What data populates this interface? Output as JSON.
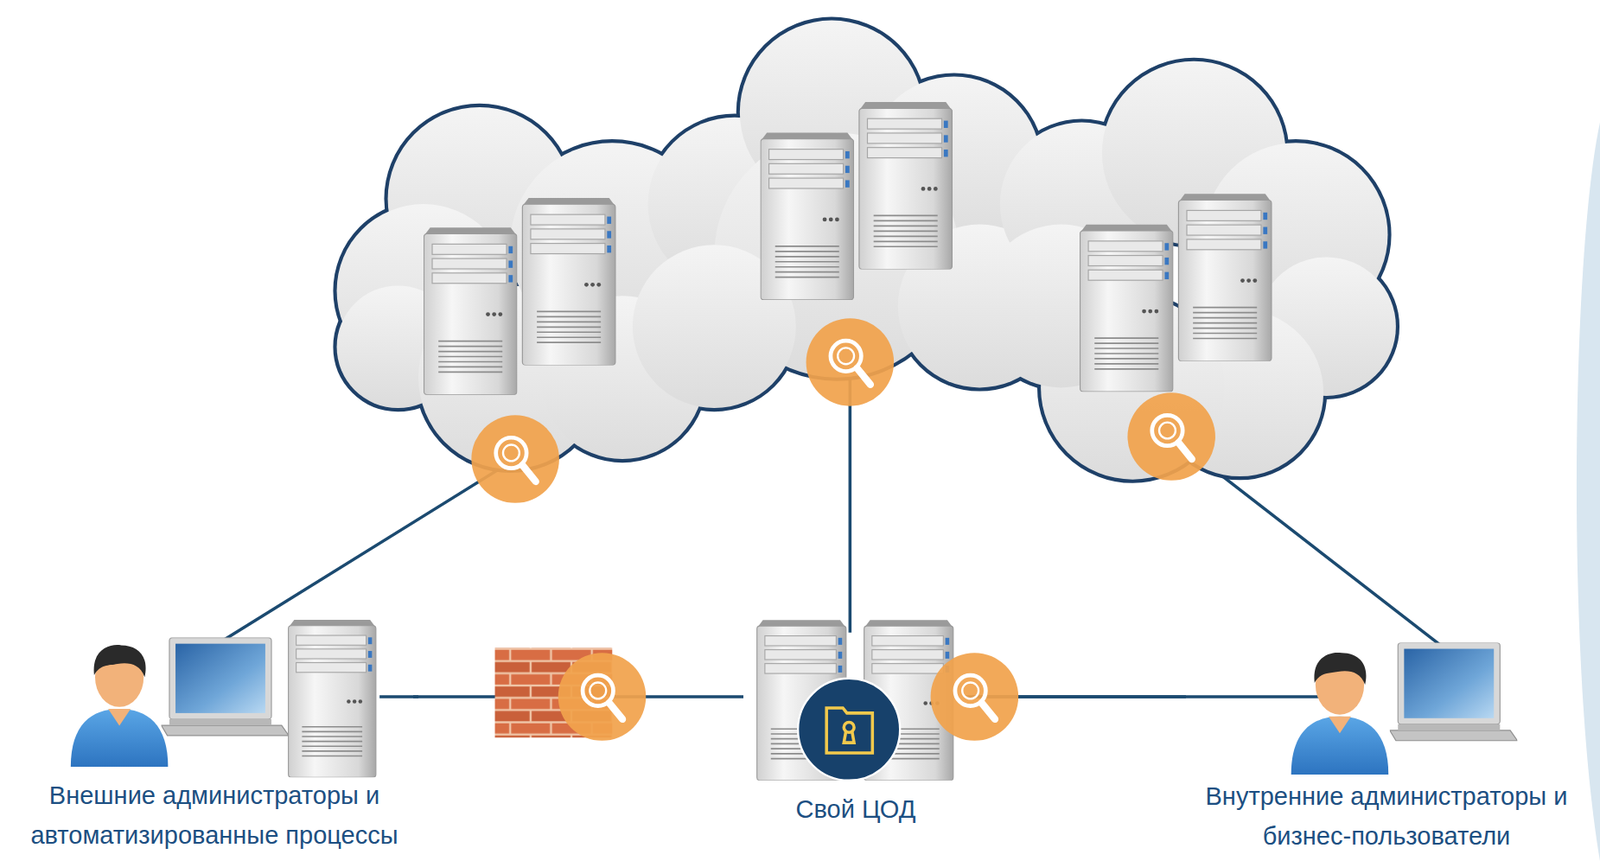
{
  "diagram": {
    "nodes": [
      {
        "text": [
          "Внешние администраторы и автоматизированные процессы"
        ]
      },
      {
        "text": [
          "Свой ЦОД"
        ]
      },
      {
        "text": [
          "Внутренние администраторы и бизнес-пользователи"
        ]
      }
    ],
    "edges": [
      {
        "from": 0,
        "to": 1,
        "arrow": "none"
      },
      {
        "from": 1,
        "to": 2,
        "arrow": "none"
      }
    ]
  }
}
